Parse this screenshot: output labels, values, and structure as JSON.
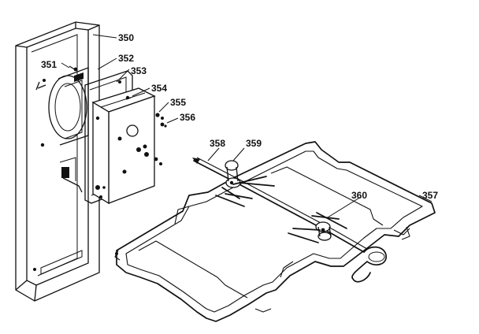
{
  "labels": {
    "p350": "350",
    "p351": "351",
    "p352": "352",
    "p353": "353",
    "p354": "354",
    "p355": "355",
    "p356": "356",
    "p357": "357",
    "p358": "358",
    "p359": "359",
    "p360": "360"
  }
}
